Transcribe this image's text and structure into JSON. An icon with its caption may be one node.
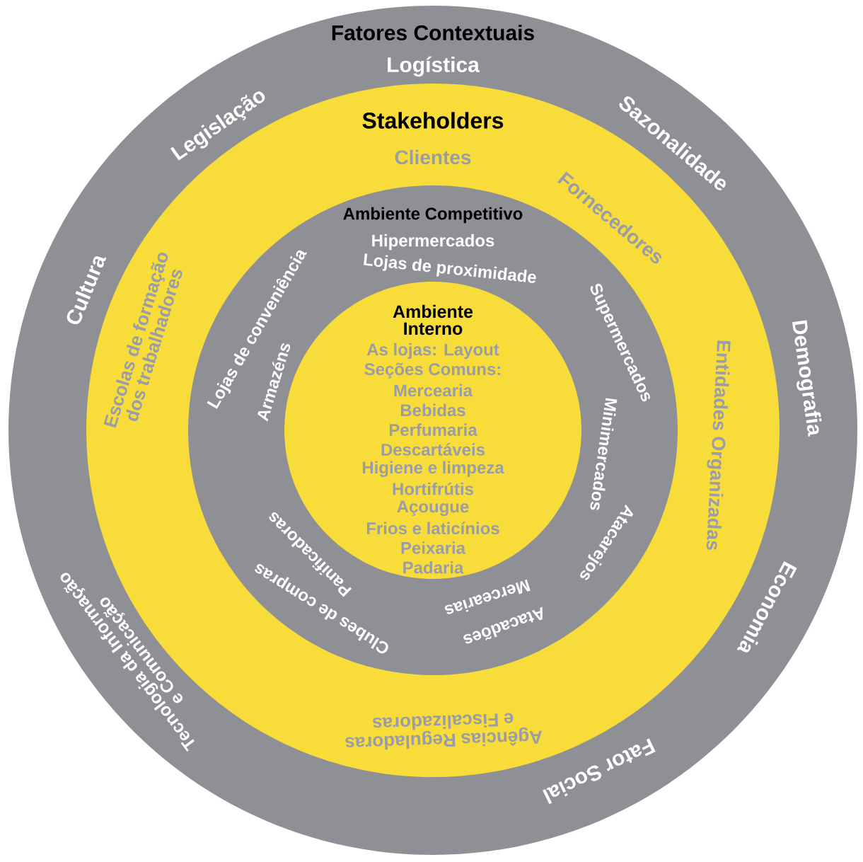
{
  "diagram": {
    "nodes": [
      {
        "text": [
          "Fatores Contextuais",
          "Logística",
          "Sazonalidade",
          "Demografia",
          "Economia",
          "Fator Social",
          "Tecnologia da Informação e Comunicação",
          "Cultura",
          "Legislação"
        ]
      },
      {
        "text": [
          "Stakeholders",
          "Clientes",
          "Fornecedores",
          "Entidades Organizadas",
          "Agências Reguladoras e Fiscalizadoras",
          "Escolas de formação dos trabalhadores"
        ],
        "in": 0
      },
      {
        "text": [
          "Ambiente Competitivo",
          "Hipermercados",
          "Lojas de proximidade",
          "Supermercados",
          "Minimercados",
          "Atacarejos",
          "Atacadões",
          "Mercearias",
          "Clubes de compras",
          "Panificadoras",
          "Armazéns",
          "Lojas de conveniência"
        ],
        "in": 1
      },
      {
        "text": [
          "Ambiente Interno",
          "As lojas: Layout",
          "Seções Comuns:",
          "Mercearia",
          "Bebidas",
          "Perfumaria",
          "Descartáveis",
          "Higiene e limpeza",
          "Hortifrútis",
          "Açougue",
          "Frios e laticínios",
          "Peixaria",
          "Padaria"
        ],
        "in": 2
      }
    ]
  }
}
